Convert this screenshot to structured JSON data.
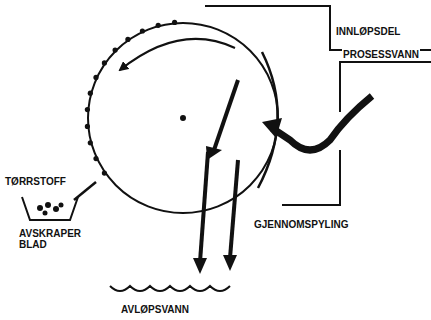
{
  "diagram": {
    "labels": [
      "INNLØPSDEL",
      "PROSESSVANN",
      "TØRRSTOFF",
      "AVSKRAPER BLAD",
      "GJENNOMSPYLING",
      "AVLØPSVANN"
    ]
  }
}
